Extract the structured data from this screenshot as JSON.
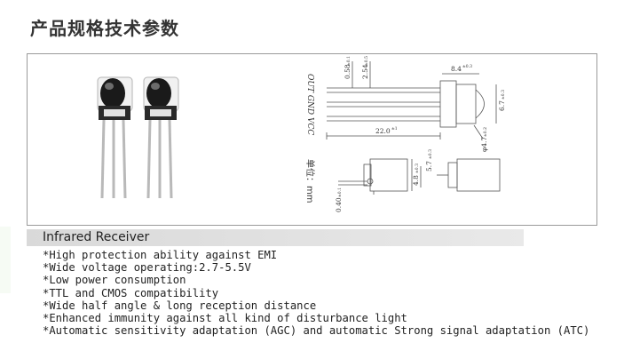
{
  "page": {
    "title": "产品规格技术参数"
  },
  "figure": {
    "pin_labels": "OUT GND VCC",
    "dimensions": {
      "pitch": "2.54",
      "pitch_tol": "±0.5",
      "lead_width": "0.58",
      "lead_width_tol": "±0.1",
      "body_width": "8.4",
      "body_width_tol": "±0.3",
      "body_height": "6.7",
      "body_height_tol": "±0.3",
      "lead_length": "22.0",
      "lead_length_tol": "±1",
      "lens_diameter": "φ4.7",
      "lens_diameter_tol": "±0.2",
      "side_height": "5.7",
      "side_height_tol": "±0.3",
      "base_height": "4.8",
      "base_height_tol": "±0.3",
      "lead_thickness": "0.40",
      "lead_thickness_tol": "±0.1"
    },
    "unit_label": "单位：mm"
  },
  "section": {
    "heading": "Infrared Receiver",
    "features": [
      "*High protection ability against EMI",
      "*Wide voltage operating:2.7-5.5V",
      "*Low power consumption",
      "*TTL and CMOS compatibility",
      "*Wide half angle & long reception distance",
      "*Enhanced immunity against all kind of disturbance light",
      "*Automatic sensitivity adaptation (AGC) and automatic Strong signal adaptation (ATC)"
    ]
  }
}
